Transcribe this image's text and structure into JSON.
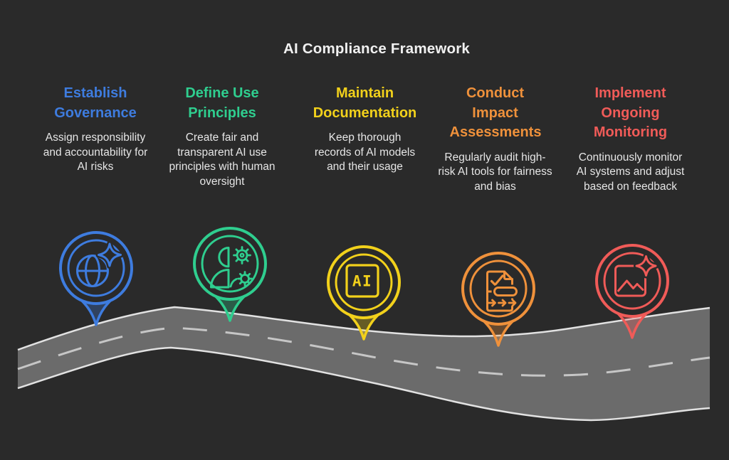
{
  "background_color": "#2A2A2A",
  "title": "AI Compliance Framework",
  "steps": [
    {
      "title": "Establish Governance",
      "description": "Assign responsibility and accountability for AI risks",
      "color": "#3E7CDF",
      "icon": "globe-sparkle-icon"
    },
    {
      "title": "Define Use Principles",
      "description": "Create fair and transparent AI use principles with human oversight",
      "color": "#2FCE8F",
      "icon": "person-gears-icon"
    },
    {
      "title": "Maintain Documentation",
      "description": "Keep thorough records of AI models and their usage",
      "color": "#F2D11B",
      "icon": "ai-chip-icon",
      "chip_label": "AI"
    },
    {
      "title": "Conduct Impact Assessments",
      "description": "Regularly audit high-risk AI tools for fairness and bias",
      "color": "#EF913B",
      "icon": "document-workflow-icon"
    },
    {
      "title": "Implement Ongoing Monitoring",
      "description": "Continuously monitor AI systems and adjust based on feedback",
      "color": "#F05B58",
      "icon": "image-sparkle-icon"
    }
  ],
  "road": {
    "surface_color": "#6B6B6B",
    "edge_color": "#E2E2E2",
    "dash_color": "#C6C6C6"
  }
}
